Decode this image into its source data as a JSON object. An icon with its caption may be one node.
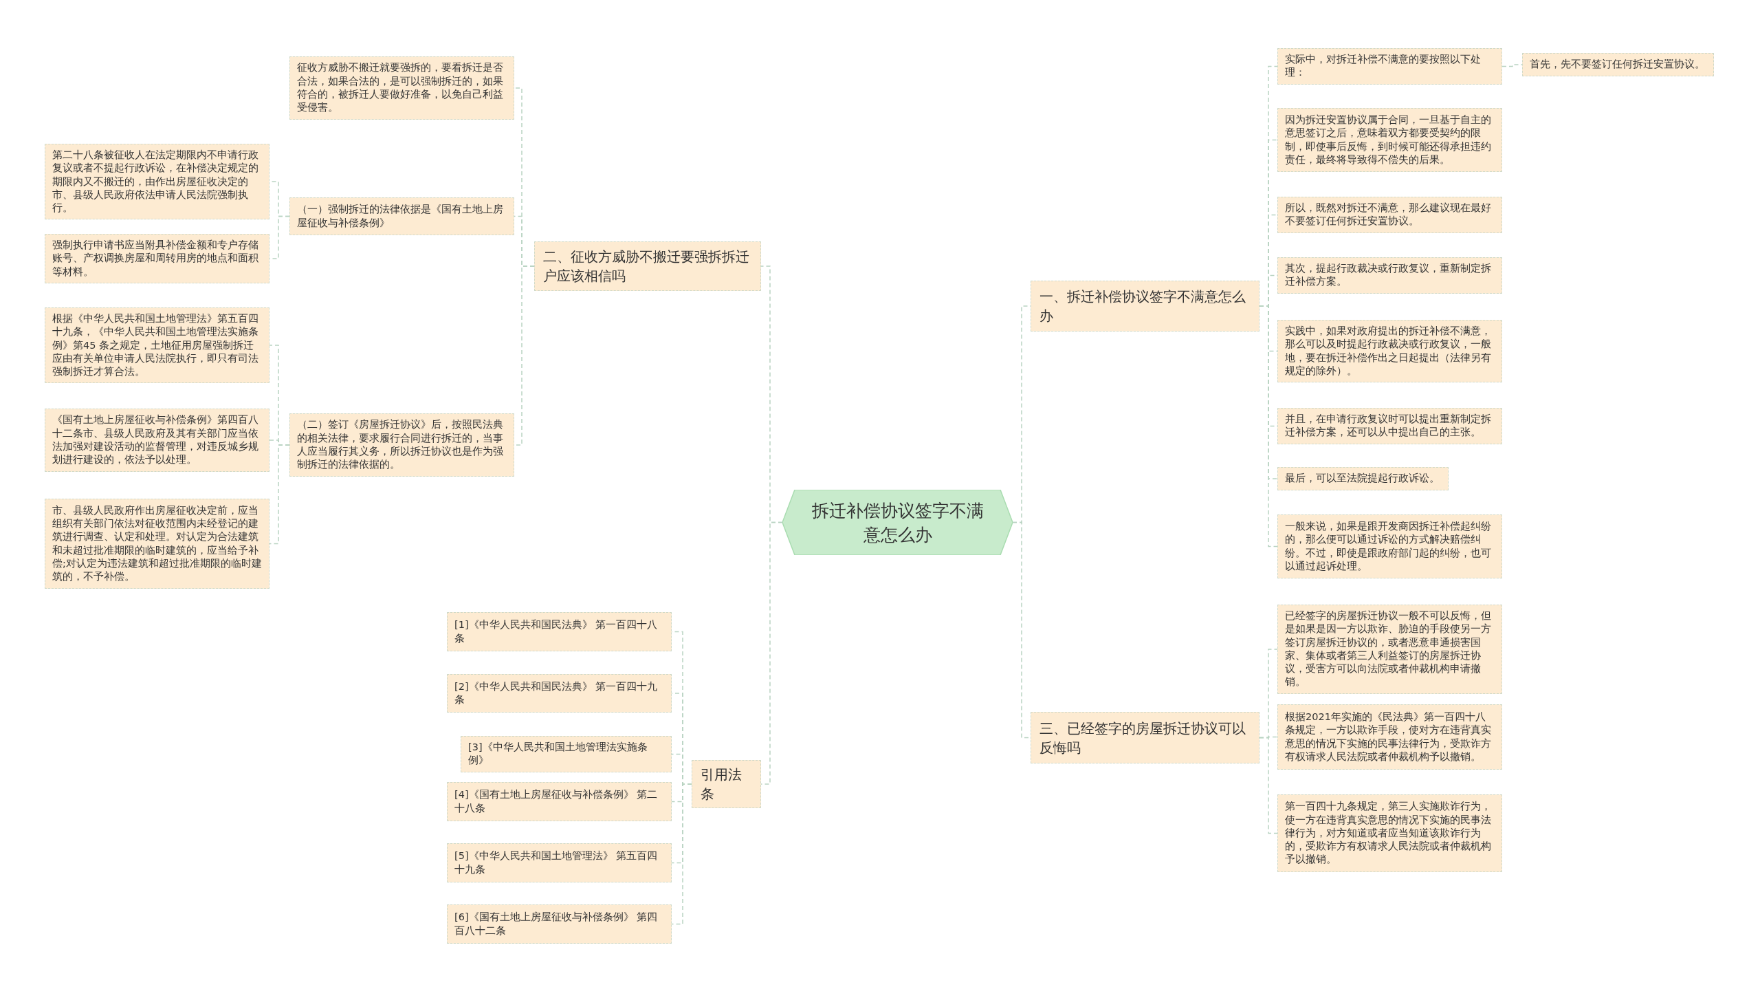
{
  "diagram": {
    "nodes": [
      {
        "text": [
          "拆迁补偿协议签字不满意怎么办"
        ]
      },
      {
        "text": [
          "二、征收方威胁不搬迁要强拆拆迁户应该相信吗"
        ]
      },
      {
        "text": [
          "征收方威胁不搬迁就要强拆的，要看拆迁是否合法，如果合法的，是可以强制拆迁的，如果符合的，被拆迁人要做好准备，以免自己利益受侵害。"
        ]
      },
      {
        "text": [
          "（一）强制拆迁的法律依据是《国有土地上房屋征收与补偿条例》"
        ]
      },
      {
        "text": [
          "第二十八条被征收人在法定期限内不申请行政复议或者不提起行政诉讼，在补偿决定规定的期限内又不搬迁的，由作出房屋征收决定的市、县级人民政府依法申请人民法院强制执行。"
        ]
      },
      {
        "text": [
          "强制执行申请书应当附具补偿金额和专户存储账号、产权调换房屋和周转用房的地点和面积等材料。"
        ]
      },
      {
        "text": [
          "（二）签订《房屋拆迁协议》后，按照民法典的相关法律，要求履行合同进行拆迁的，当事人应当履行其义务，所以拆迁协议也是作为强制拆迁的法律依据的。"
        ]
      },
      {
        "text": [
          "根据《中华人民共和国土地管理法》第五百四十九条，《中华人民共和国土地管理法实施条例》第45 条之规定，土地征用房屋强制拆迁应由有关单位申请人民法院执行，即只有司法强制拆迁才算合法。"
        ]
      },
      {
        "text": [
          "《国有土地上房屋征收与补偿条例》第四百八十二条市、县级人民政府及其有关部门应当依法加强对建设活动的监督管理，对违反城乡规划进行建设的，依法予以处理。"
        ]
      },
      {
        "text": [
          "市、县级人民政府作出房屋征收决定前，应当组织有关部门依法对征收范围内未经登记的建筑进行调查、认定和处理。对认定为合法建筑和未超过批准期限的临时建筑的，应当给予补偿;对认定为违法建筑和超过批准期限的临时建筑的，不予补偿。"
        ]
      },
      {
        "text": [
          "引用法条"
        ]
      },
      {
        "text": [
          "[1]《中华人民共和国民法典》 第一百四十八条"
        ]
      },
      {
        "text": [
          "[2]《中华人民共和国民法典》 第一百四十九条"
        ]
      },
      {
        "text": [
          "[3]《中华人民共和国土地管理法实施条例》"
        ]
      },
      {
        "text": [
          "[4]《国有土地上房屋征收与补偿条例》 第二十八条"
        ]
      },
      {
        "text": [
          "[5]《中华人民共和国土地管理法》 第五百四十九条"
        ]
      },
      {
        "text": [
          "[6]《国有土地上房屋征收与补偿条例》 第四百八十二条"
        ]
      },
      {
        "text": [
          "一、拆迁补偿协议签字不满意怎么办"
        ]
      },
      {
        "text": [
          "实际中，对拆迁补偿不满意的要按照以下处理："
        ]
      },
      {
        "text": [
          "首先，先不要签订任何拆迁安置协议。"
        ]
      },
      {
        "text": [
          "因为拆迁安置协议属于合同，一旦基于自主的意思签订之后，意味着双方都要受契约的限制，即使事后反悔，到时候可能还得承担违约责任，最终将导致得不偿失的后果。"
        ]
      },
      {
        "text": [
          "所以，既然对拆迁不满意，那么建议现在最好不要签订任何拆迁安置协议。"
        ]
      },
      {
        "text": [
          "其次，提起行政裁决或行政复议，重新制定拆迁补偿方案。"
        ]
      },
      {
        "text": [
          "实践中，如果对政府提出的拆迁补偿不满意，那么可以及时提起行政裁决或行政复议，一般地，要在拆迁补偿作出之日起提出（法律另有规定的除外）。"
        ]
      },
      {
        "text": [
          "并且，在申请行政复议时可以提出重新制定拆迁补偿方案，还可以从中提出自己的主张。"
        ]
      },
      {
        "text": [
          "最后，可以至法院提起行政诉讼。"
        ]
      },
      {
        "text": [
          "一般来说，如果是跟开发商因拆迁补偿起纠纷的，那么便可以通过诉讼的方式解决赔偿纠纷。不过，即使是跟政府部门起的纠纷，也可以通过起诉处理。"
        ]
      },
      {
        "text": [
          "三、已经签字的房屋拆迁协议可以反悔吗"
        ]
      },
      {
        "text": [
          "已经签字的房屋拆迁协议一般不可以反悔，但是如果是因一方以欺诈、胁迫的手段使另一方签订房屋拆迁协议的，或者恶意串通损害国家、集体或者第三人利益签订的房屋拆迁协议，受害方可以向法院或者仲裁机构申请撤销。"
        ]
      },
      {
        "text": [
          "根据2021年实施的《民法典》第一百四十八条规定，一方以欺诈手段，使对方在违背真实意思的情况下实施的民事法律行为，受欺诈方有权请求人民法院或者仲裁机构予以撤销。"
        ]
      },
      {
        "text": [
          "第一百四十九条规定，第三人实施欺诈行为，使一方在违背真实意思的情况下实施的民事法律行为，对方知道或者应当知道该欺诈行为的，受欺诈方有权请求人民法院或者仲裁机构予以撤销。"
        ]
      }
    ],
    "edges": [
      {
        "from": 0,
        "to": 1,
        "arrow": "none"
      },
      {
        "from": 1,
        "to": 2,
        "arrow": "none"
      },
      {
        "from": 1,
        "to": 3,
        "arrow": "none"
      },
      {
        "from": 3,
        "to": 4,
        "arrow": "none"
      },
      {
        "from": 3,
        "to": 5,
        "arrow": "none"
      },
      {
        "from": 1,
        "to": 6,
        "arrow": "none"
      },
      {
        "from": 6,
        "to": 7,
        "arrow": "none"
      },
      {
        "from": 6,
        "to": 8,
        "arrow": "none"
      },
      {
        "from": 6,
        "to": 9,
        "arrow": "none"
      },
      {
        "from": 0,
        "to": 10,
        "arrow": "none"
      },
      {
        "from": 10,
        "to": 11,
        "arrow": "none"
      },
      {
        "from": 10,
        "to": 12,
        "arrow": "none"
      },
      {
        "from": 10,
        "to": 13,
        "arrow": "none"
      },
      {
        "from": 10,
        "to": 14,
        "arrow": "none"
      },
      {
        "from": 10,
        "to": 15,
        "arrow": "none"
      },
      {
        "from": 10,
        "to": 16,
        "arrow": "none"
      },
      {
        "from": 0,
        "to": 17,
        "arrow": "none"
      },
      {
        "from": 17,
        "to": 18,
        "arrow": "none"
      },
      {
        "from": 18,
        "to": 19,
        "arrow": "none"
      },
      {
        "from": 17,
        "to": 20,
        "arrow": "none"
      },
      {
        "from": 17,
        "to": 21,
        "arrow": "none"
      },
      {
        "from": 17,
        "to": 22,
        "arrow": "none"
      },
      {
        "from": 17,
        "to": 23,
        "arrow": "none"
      },
      {
        "from": 17,
        "to": 24,
        "arrow": "none"
      },
      {
        "from": 17,
        "to": 25,
        "arrow": "none"
      },
      {
        "from": 17,
        "to": 26,
        "arrow": "none"
      },
      {
        "from": 0,
        "to": 27,
        "arrow": "none"
      },
      {
        "from": 27,
        "to": 28,
        "arrow": "none"
      },
      {
        "from": 27,
        "to": 29,
        "arrow": "none"
      },
      {
        "from": 27,
        "to": 30,
        "arrow": "none"
      }
    ]
  }
}
